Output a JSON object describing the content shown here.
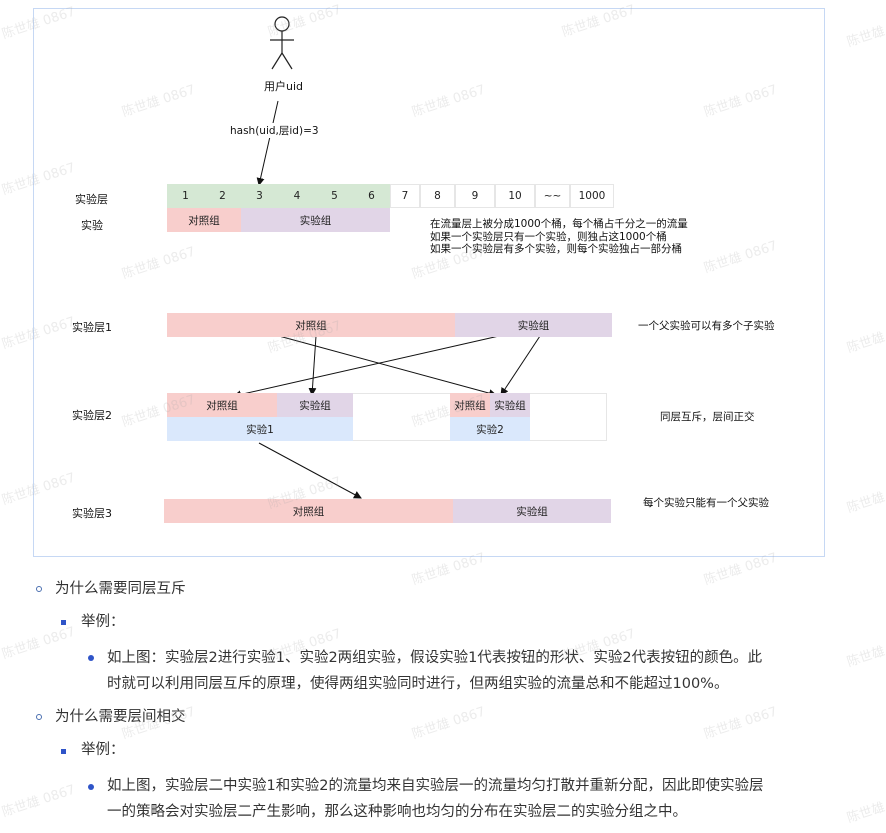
{
  "diagram": {
    "user_label": "用户uid",
    "hash_label": "hash(uid,层id)=3",
    "row_labels": {
      "layer": "实验层",
      "experiment": "实验",
      "layer1": "实验层1",
      "layer2": "实验层2",
      "layer3": "实验层3"
    },
    "buckets": [
      "1",
      "2",
      "3",
      "4",
      "5",
      "6",
      "7",
      "8",
      "9",
      "10",
      "~~",
      "1000"
    ],
    "top_groups": {
      "control": "对照组",
      "treatment": "实验组"
    },
    "bucket_note": [
      "在流量层上被分成1000个桶，每个桶占千分之一的流量",
      "如果一个实验层只有一个实验，则独占这1000个桶",
      "如果一个实验层有多个实验，则每个实验独占一部分桶"
    ],
    "layer1": {
      "control": "对照组",
      "treatment": "实验组",
      "note": "一个父实验可以有多个子实验"
    },
    "layer2": {
      "exp1_control": "对照组",
      "exp1_treatment": "实验组",
      "exp1_label": "实验1",
      "exp2_control": "对照组",
      "exp2_treatment": "实验组",
      "exp2_label": "实验2",
      "note": "同层互斥，层间正交"
    },
    "layer3": {
      "control": "对照组",
      "treatment": "实验组",
      "note": "每个实验只能有一个父实验"
    }
  },
  "watermark": "陈世雄 0867",
  "list": {
    "q1": "为什么需要同层互斥",
    "q1_example_label": "举例：",
    "q1_example_line1": "如上图：实验层2进行实验1、实验2两组实验，假设实验1代表按钮的形状、实验2代表按钮的颜色。此",
    "q1_example_line2": "时就可以利用同层互斥的原理，使得两组实验同时进行，但两组实验的流量总和不能超过100%。",
    "q2": "为什么需要层间相交",
    "q2_example_label": "举例：",
    "q2_example_line1": "如上图，实验层二中实验1和实验2的流量均来自实验层一的流量均匀打散并重新分配，因此即使实验层",
    "q2_example_line2": "一的策略会对实验层二产生影响，那么这种影响也均匀的分布在实验层二的实验分组之中。"
  }
}
